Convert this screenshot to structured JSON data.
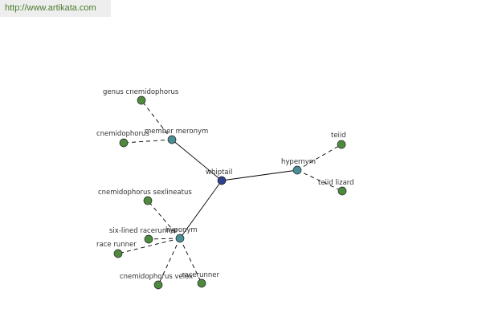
{
  "site_url": "http://www.artikata.com",
  "colors": {
    "center_node": "#2f3f8f",
    "relation_node": "#4a8f96",
    "leaf_node": "#4e8a3e",
    "badge_text": "#4a7a2c"
  },
  "graph": {
    "center": {
      "id": "whiptail",
      "label": "whiptail"
    },
    "relations": [
      {
        "id": "member-meronym",
        "label": "member meronym"
      },
      {
        "id": "hypernym",
        "label": "hypernym"
      },
      {
        "id": "hyponym",
        "label": "hyponym"
      }
    ],
    "leaves": [
      {
        "id": "genus-cnemidophorus",
        "label": "genus cnemidophorus",
        "relation": "member-meronym"
      },
      {
        "id": "cnemidophorus",
        "label": "cnemidophorus",
        "relation": "member-meronym"
      },
      {
        "id": "teiid",
        "label": "teiid",
        "relation": "hypernym"
      },
      {
        "id": "teiid-lizard",
        "label": "teiid lizard",
        "relation": "hypernym"
      },
      {
        "id": "cnemidophorus-sexlineatus",
        "label": "cnemidophorus sexlineatus",
        "relation": "hyponym"
      },
      {
        "id": "six-lined-racerunner",
        "label": "six-lined racerunner",
        "relation": "hyponym"
      },
      {
        "id": "race-runner",
        "label": "race runner",
        "relation": "hyponym"
      },
      {
        "id": "cnemidophorus-velox",
        "label": "cnemidophorus velox",
        "relation": "hyponym"
      },
      {
        "id": "racerunner",
        "label": "racerunner",
        "relation": "hyponym"
      }
    ]
  }
}
